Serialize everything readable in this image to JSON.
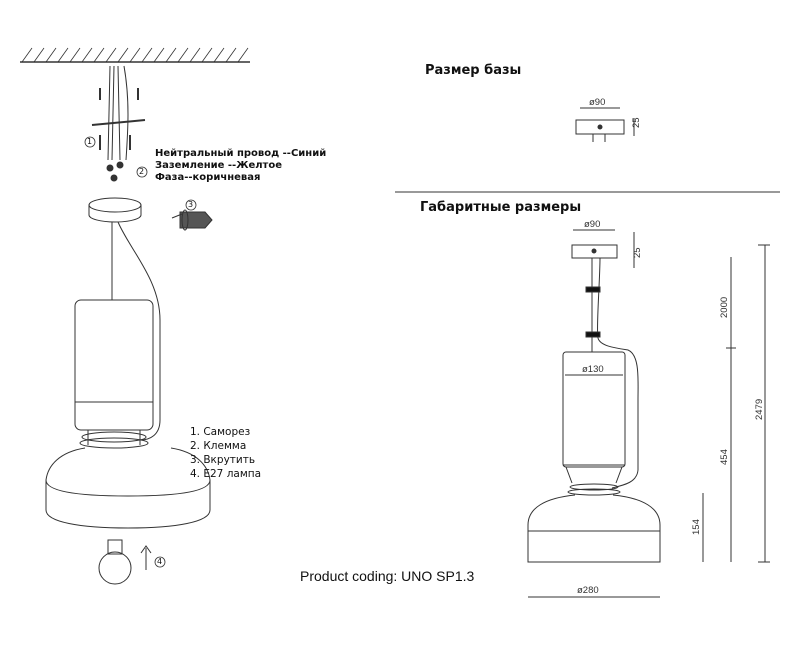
{
  "wiring": {
    "neutral": "Нейтральный провод --Синий",
    "ground": "Заземление --Желтое",
    "phase": "Фаза--коричневая"
  },
  "steps": [
    "1",
    "2",
    "3",
    "4"
  ],
  "legend": [
    "1. Саморез",
    "2. Клемма",
    "3. Вкрутить",
    "4. E27 лампа"
  ],
  "product_coding": "Product coding: UNO SP1.3",
  "base_section": {
    "title": "Размер базы",
    "diameter": "ø90",
    "height": "25"
  },
  "overall_section": {
    "title": "Габаритные размеры",
    "canopy_diameter": "ø90",
    "canopy_height": "25",
    "shade_diameter": "ø130",
    "base_diameter": "ø280",
    "cord_length": "2000",
    "lamp_height": "454",
    "base_height": "154",
    "total_height": "2479"
  }
}
